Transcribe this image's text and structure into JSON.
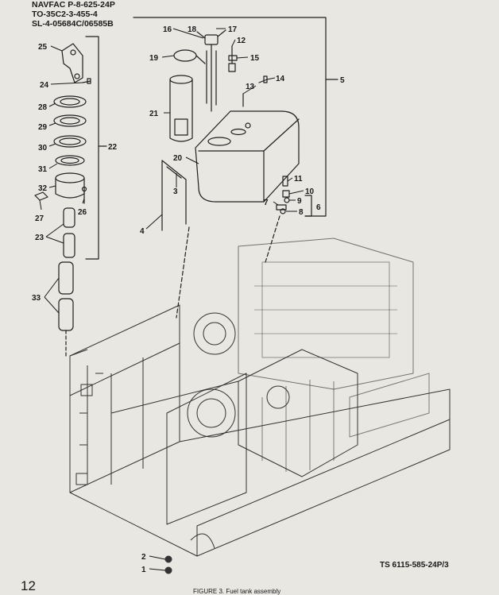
{
  "header": {
    "lines": [
      "NAVFAC P-8-625-24P",
      "TO-35C2-3-455-4",
      "SL-4-05684C/06585B"
    ]
  },
  "callouts": [
    "1",
    "2",
    "3",
    "4",
    "5",
    "6",
    "7",
    "8",
    "9",
    "10",
    "11",
    "12",
    "13",
    "14",
    "15",
    "16",
    "17",
    "18",
    "19",
    "20",
    "21",
    "22",
    "23",
    "24",
    "25",
    "26",
    "27",
    "28",
    "29",
    "30",
    "31",
    "32",
    "33"
  ],
  "figure_id": "TS 6115-585-24P/3",
  "page_number": "12",
  "caption": "FIGURE 3. Fuel tank assembly"
}
